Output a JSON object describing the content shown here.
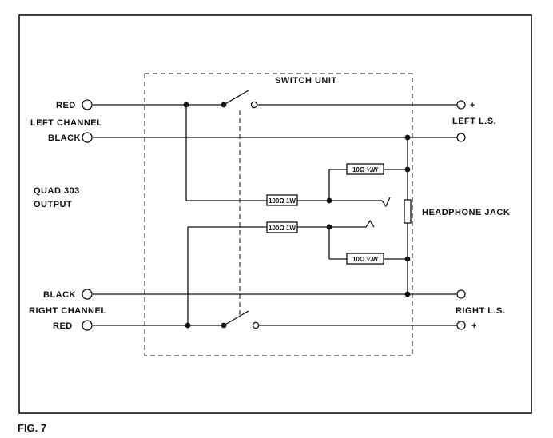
{
  "labels": {
    "switch_unit": "SWITCH UNIT",
    "red_top": "RED",
    "left_channel": "LEFT CHANNEL",
    "black_top": "BLACK",
    "quad_line1": "QUAD 303",
    "quad_line2": "OUTPUT",
    "black_bottom": "BLACK",
    "right_channel": "RIGHT CHANNEL",
    "red_bottom": "RED",
    "left_ls": "LEFT L.S.",
    "right_ls": "RIGHT L.S.",
    "plus_top": "+",
    "plus_bottom": "+",
    "headphone_jack": "HEADPHONE JACK",
    "res_100_top": "100Ω 1W",
    "res_100_bottom": "100Ω 1W",
    "res_10_top": "10Ω ¼W",
    "res_10_bottom": "10Ω ¼W",
    "fig": "FIG. 7"
  }
}
